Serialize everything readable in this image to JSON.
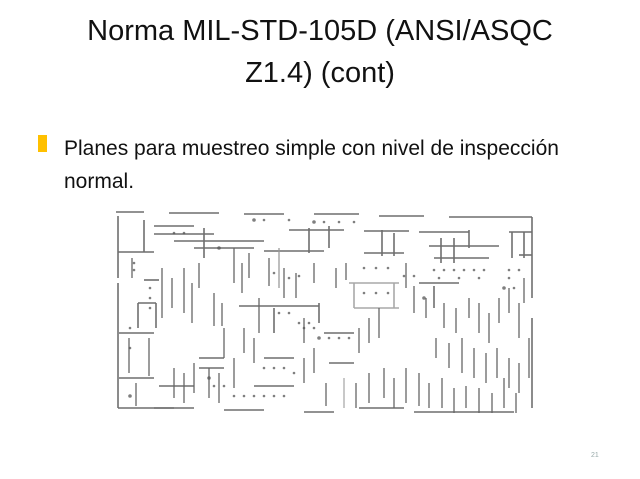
{
  "slide": {
    "title_line1": "Norma MIL-STD-105D (ANSI/ASQC",
    "title_line2": "Z1.4) (cont)",
    "bullets": [
      {
        "text": "Planes para muestreo simple con nivel de inspección normal.",
        "marker_color": "#FFC000"
      }
    ],
    "figure": {
      "description": "Scanned sampling plan table (single sampling, normal inspection) — illegible low-resolution image"
    },
    "page_number": "21"
  }
}
